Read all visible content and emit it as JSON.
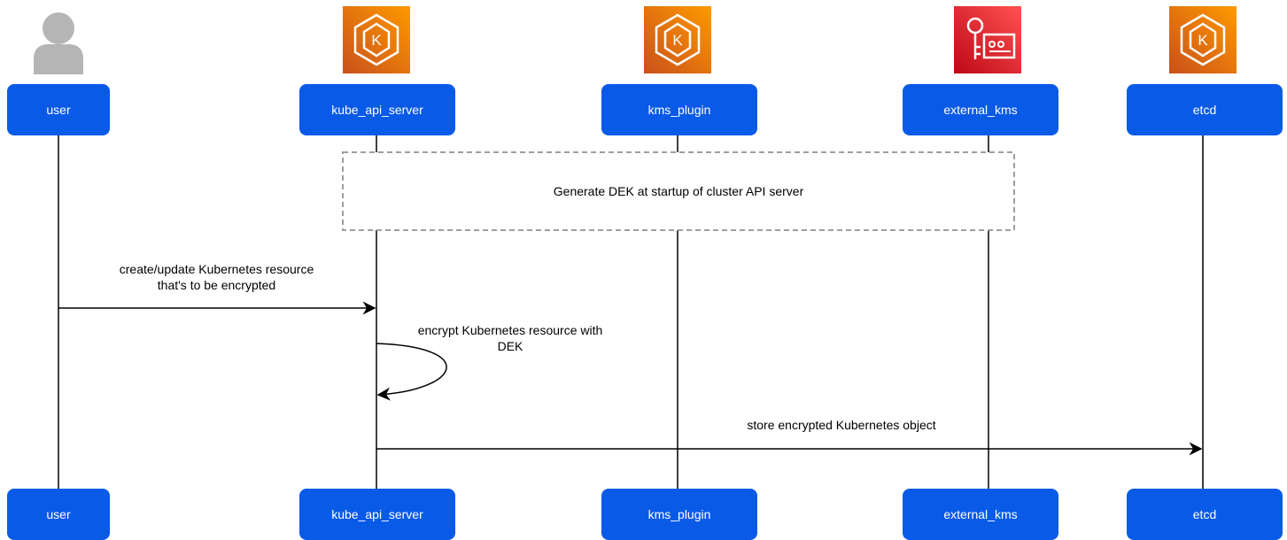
{
  "participants": [
    {
      "id": "user",
      "label": "user",
      "icon": "user-icon"
    },
    {
      "id": "kube_api_server",
      "label": "kube_api_server",
      "icon": "kubernetes-icon"
    },
    {
      "id": "kms_plugin",
      "label": "kms_plugin",
      "icon": "kubernetes-icon"
    },
    {
      "id": "external_kms",
      "label": "external_kms",
      "icon": "key-management-service-icon"
    },
    {
      "id": "etcd",
      "label": "etcd",
      "icon": "kubernetes-icon"
    }
  ],
  "note": {
    "text": "Generate DEK at startup of cluster API server"
  },
  "messages": [
    {
      "from": "user",
      "to": "kube_api_server",
      "text_line1": "create/update Kubernetes resource",
      "text_line2": "that's to be encrypted"
    },
    {
      "from": "kube_api_server",
      "to": "kube_api_server",
      "text_line1": "encrypt Kubernetes resource with",
      "text_line2": "DEK"
    },
    {
      "from": "kube_api_server",
      "to": "etcd",
      "text_line1": "store encrypted Kubernetes object"
    }
  ],
  "colors": {
    "box": "#0a5ae8",
    "aws_orange": "#ed7100",
    "aws_red": "#dd344c",
    "line": "#000000",
    "note_border": "#9e9e9e"
  }
}
